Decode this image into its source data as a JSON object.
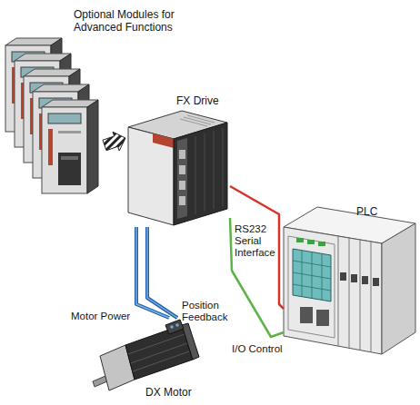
{
  "diagram": {
    "nodes": [
      {
        "text": [
          "Optional Modules for Advanced Functions"
        ]
      },
      {
        "text": [
          "FX Drive"
        ]
      },
      {
        "text": [
          "PLC"
        ]
      },
      {
        "text": [
          "DX Motor"
        ]
      }
    ],
    "edges": [
      {
        "from": 0,
        "to": 1,
        "arrow": "to"
      },
      {
        "from": 1,
        "to": 2,
        "label": "RS232 Serial Interface",
        "arrow": "none"
      },
      {
        "from": 1,
        "to": 2,
        "label": "I/O Control",
        "arrow": "none"
      },
      {
        "from": 1,
        "to": 3,
        "label": "Motor Power",
        "arrow": "none"
      },
      {
        "from": 1,
        "to": 3,
        "label": "Position Feedback",
        "arrow": "none"
      }
    ]
  }
}
